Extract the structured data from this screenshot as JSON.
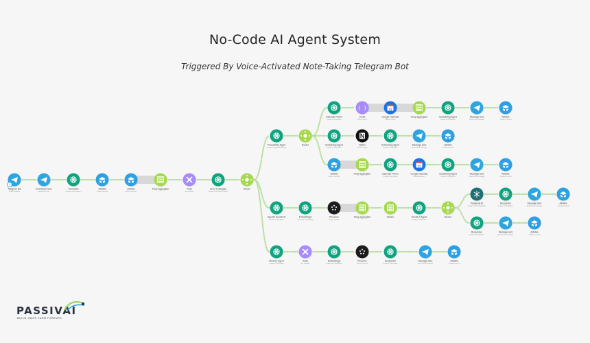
{
  "title": "No-Code AI Agent System",
  "subtitle": "Triggered By Voice-Activated Note-Taking Telegram Bot",
  "logo": {
    "name": "PASSIVAI",
    "tagline": "BUILD ONCE EARN FOREVER"
  },
  "colors": {
    "telegram": "#2ca5e0",
    "openai": "#10a37f",
    "router": "#a6d94f",
    "aggregator": "#a6d94f",
    "airtable": "#2d9fe3",
    "tools": "#a78bfa",
    "json": "#a78bfa",
    "notion": "#111111",
    "pinecone": "#1c1c1c",
    "calendar": "#1a73e8",
    "perplexity": "#1f6f77",
    "connector": "#b8dfa3"
  },
  "nodes": [
    {
      "id": "n1",
      "icon": "telegram",
      "label": "Telegram Bot",
      "sub": "Watch updates"
    },
    {
      "id": "n2",
      "icon": "telegram",
      "label": "Download Voice",
      "sub": "Download a file"
    },
    {
      "id": "n3",
      "icon": "openai",
      "label": "Transcribe",
      "sub": "Create a transcription"
    },
    {
      "id": "n4",
      "icon": "airtable",
      "label": "Airtable",
      "sub": "Search records"
    },
    {
      "id": "n5",
      "icon": "airtable",
      "label": "Airtable",
      "sub": "Search records"
    },
    {
      "id": "n6",
      "icon": "aggregator",
      "label": "Array aggregator",
      "sub": ""
    },
    {
      "id": "n7",
      "icon": "tools",
      "label": "Tools",
      "sub": "Set variable"
    },
    {
      "id": "n8",
      "icon": "openai",
      "label": "Level 1 Manager",
      "sub": "Create a completion (GPT)"
    },
    {
      "id": "n9",
      "icon": "router",
      "label": "Router",
      "sub": ""
    },
    {
      "id": "p1",
      "icon": "openai",
      "label": "Productivity Agent",
      "sub": "Create a completion (GPT)"
    },
    {
      "id": "p2",
      "icon": "router",
      "label": "Router",
      "sub": ""
    },
    {
      "id": "c1",
      "icon": "openai",
      "label": "Calendar Primer",
      "sub": "Create a completion"
    },
    {
      "id": "c2",
      "icon": "json",
      "label": "JSON",
      "sub": "Parse JSON"
    },
    {
      "id": "c3",
      "icon": "calendar",
      "label": "Google Calendar",
      "sub": "Search events"
    },
    {
      "id": "c4",
      "icon": "aggregator",
      "label": "Array aggregator",
      "sub": ""
    },
    {
      "id": "c5",
      "icon": "openai",
      "label": "Scheduling Agent",
      "sub": "Create a completion"
    },
    {
      "id": "c6",
      "icon": "telegram",
      "label": "Message sent",
      "sub": "Send a text message"
    },
    {
      "id": "c7",
      "icon": "airtable",
      "label": "Airtable",
      "sub": "Create a record"
    },
    {
      "id": "s1",
      "icon": "openai",
      "label": "Scheduling Agent",
      "sub": "Create a completion"
    },
    {
      "id": "s2",
      "icon": "notion",
      "label": "Notion",
      "sub": "Create a page"
    },
    {
      "id": "s3",
      "icon": "openai",
      "label": "Scheduling Agent",
      "sub": "Create a completion"
    },
    {
      "id": "s4",
      "icon": "telegram",
      "label": "Message sent",
      "sub": "Send a text message"
    },
    {
      "id": "s5",
      "icon": "airtable",
      "label": "Airtable",
      "sub": "Create a record"
    },
    {
      "id": "a1",
      "icon": "airtable",
      "label": "Airtable",
      "sub": "Search records"
    },
    {
      "id": "a2",
      "icon": "aggregator",
      "label": "Array aggregator",
      "sub": ""
    },
    {
      "id": "a3",
      "icon": "openai",
      "label": "Calendar Primer",
      "sub": "Create a completion"
    },
    {
      "id": "a4",
      "icon": "calendar",
      "label": "Google Calendar",
      "sub": "Create an event"
    },
    {
      "id": "a5",
      "icon": "openai",
      "label": "Scheduling Agent",
      "sub": "Create a completion"
    },
    {
      "id": "a6",
      "icon": "telegram",
      "label": "Message sent",
      "sub": "Send a text message"
    },
    {
      "id": "a7",
      "icon": "airtable",
      "label": "Airtable",
      "sub": "Create a record"
    },
    {
      "id": "r1",
      "icon": "openai",
      "label": "Agentic Search Al",
      "sub": "Create a completion"
    },
    {
      "id": "r2",
      "icon": "openai",
      "label": "Embeddings",
      "sub": "Create an embedding"
    },
    {
      "id": "r3",
      "icon": "pinecone",
      "label": "Pinecone",
      "sub": "Query vectors"
    },
    {
      "id": "r4",
      "icon": "aggregator",
      "label": "Array aggregator",
      "sub": ""
    },
    {
      "id": "r5",
      "icon": "aggregator",
      "label": "Iterator",
      "sub": ""
    },
    {
      "id": "r6",
      "icon": "openai",
      "label": "Decision Agent",
      "sub": "Create a completion"
    },
    {
      "id": "r7",
      "icon": "router",
      "label": "Router",
      "sub": ""
    },
    {
      "id": "r8",
      "icon": "perplexity",
      "label": "Perplexity AI",
      "sub": "Create a chat completion"
    },
    {
      "id": "r9",
      "icon": "openai",
      "label": "Responder",
      "sub": "Create a completion"
    },
    {
      "id": "r10",
      "icon": "telegram",
      "label": "Message sent",
      "sub": "Send a text message"
    },
    {
      "id": "r11",
      "icon": "airtable",
      "label": "Airtable",
      "sub": "Create a record"
    },
    {
      "id": "q1",
      "icon": "openai",
      "label": "Responder",
      "sub": "Create a completion"
    },
    {
      "id": "q2",
      "icon": "telegram",
      "label": "Message sent",
      "sub": "Send a text message"
    },
    {
      "id": "q3",
      "icon": "airtable",
      "label": "Airtable",
      "sub": "Create a record"
    },
    {
      "id": "m1",
      "icon": "openai",
      "label": "Memory Agent",
      "sub": "Create a completion"
    },
    {
      "id": "m2",
      "icon": "tools",
      "label": "Tools",
      "sub": "Set variable"
    },
    {
      "id": "m3",
      "icon": "openai",
      "label": "Embeddings",
      "sub": "Create an embedding"
    },
    {
      "id": "m4",
      "icon": "pinecone",
      "label": "Pinecone",
      "sub": "Upsert a vector"
    },
    {
      "id": "m5",
      "icon": "openai",
      "label": "Responder",
      "sub": "Create a completion"
    },
    {
      "id": "m6",
      "icon": "telegram",
      "label": "Message sent",
      "sub": "Send a text message"
    },
    {
      "id": "m7",
      "icon": "airtable",
      "label": "Airtable",
      "sub": "Create a record"
    }
  ],
  "edges": [
    [
      "n1",
      "n2"
    ],
    [
      "n2",
      "n3"
    ],
    [
      "n3",
      "n4"
    ],
    [
      "n4",
      "n5"
    ],
    [
      "n5",
      "n6"
    ],
    [
      "n6",
      "n7"
    ],
    [
      "n7",
      "n8"
    ],
    [
      "n8",
      "n9"
    ],
    [
      "n9",
      "p1"
    ],
    [
      "n9",
      "r1"
    ],
    [
      "n9",
      "m1"
    ],
    [
      "p1",
      "p2"
    ],
    [
      "p2",
      "c1"
    ],
    [
      "p2",
      "s1"
    ],
    [
      "p2",
      "a1"
    ],
    [
      "c1",
      "c2"
    ],
    [
      "c2",
      "c3"
    ],
    [
      "c3",
      "c4"
    ],
    [
      "c4",
      "c5"
    ],
    [
      "c5",
      "c6"
    ],
    [
      "c6",
      "c7"
    ],
    [
      "s1",
      "s2"
    ],
    [
      "s2",
      "s3"
    ],
    [
      "s3",
      "s4"
    ],
    [
      "s4",
      "s5"
    ],
    [
      "a1",
      "a2"
    ],
    [
      "a2",
      "a3"
    ],
    [
      "a3",
      "a4"
    ],
    [
      "a4",
      "a5"
    ],
    [
      "a5",
      "a6"
    ],
    [
      "a6",
      "a7"
    ],
    [
      "r1",
      "r2"
    ],
    [
      "r2",
      "r3"
    ],
    [
      "r3",
      "r4"
    ],
    [
      "r4",
      "r5"
    ],
    [
      "r5",
      "r6"
    ],
    [
      "r6",
      "r7"
    ],
    [
      "r7",
      "r8"
    ],
    [
      "r7",
      "q1"
    ],
    [
      "r8",
      "r9"
    ],
    [
      "r9",
      "r10"
    ],
    [
      "r10",
      "r11"
    ],
    [
      "q1",
      "q2"
    ],
    [
      "q2",
      "q3"
    ],
    [
      "m1",
      "m2"
    ],
    [
      "m2",
      "m3"
    ],
    [
      "m3",
      "m4"
    ],
    [
      "m4",
      "m5"
    ],
    [
      "m5",
      "m6"
    ],
    [
      "m6",
      "m7"
    ]
  ]
}
